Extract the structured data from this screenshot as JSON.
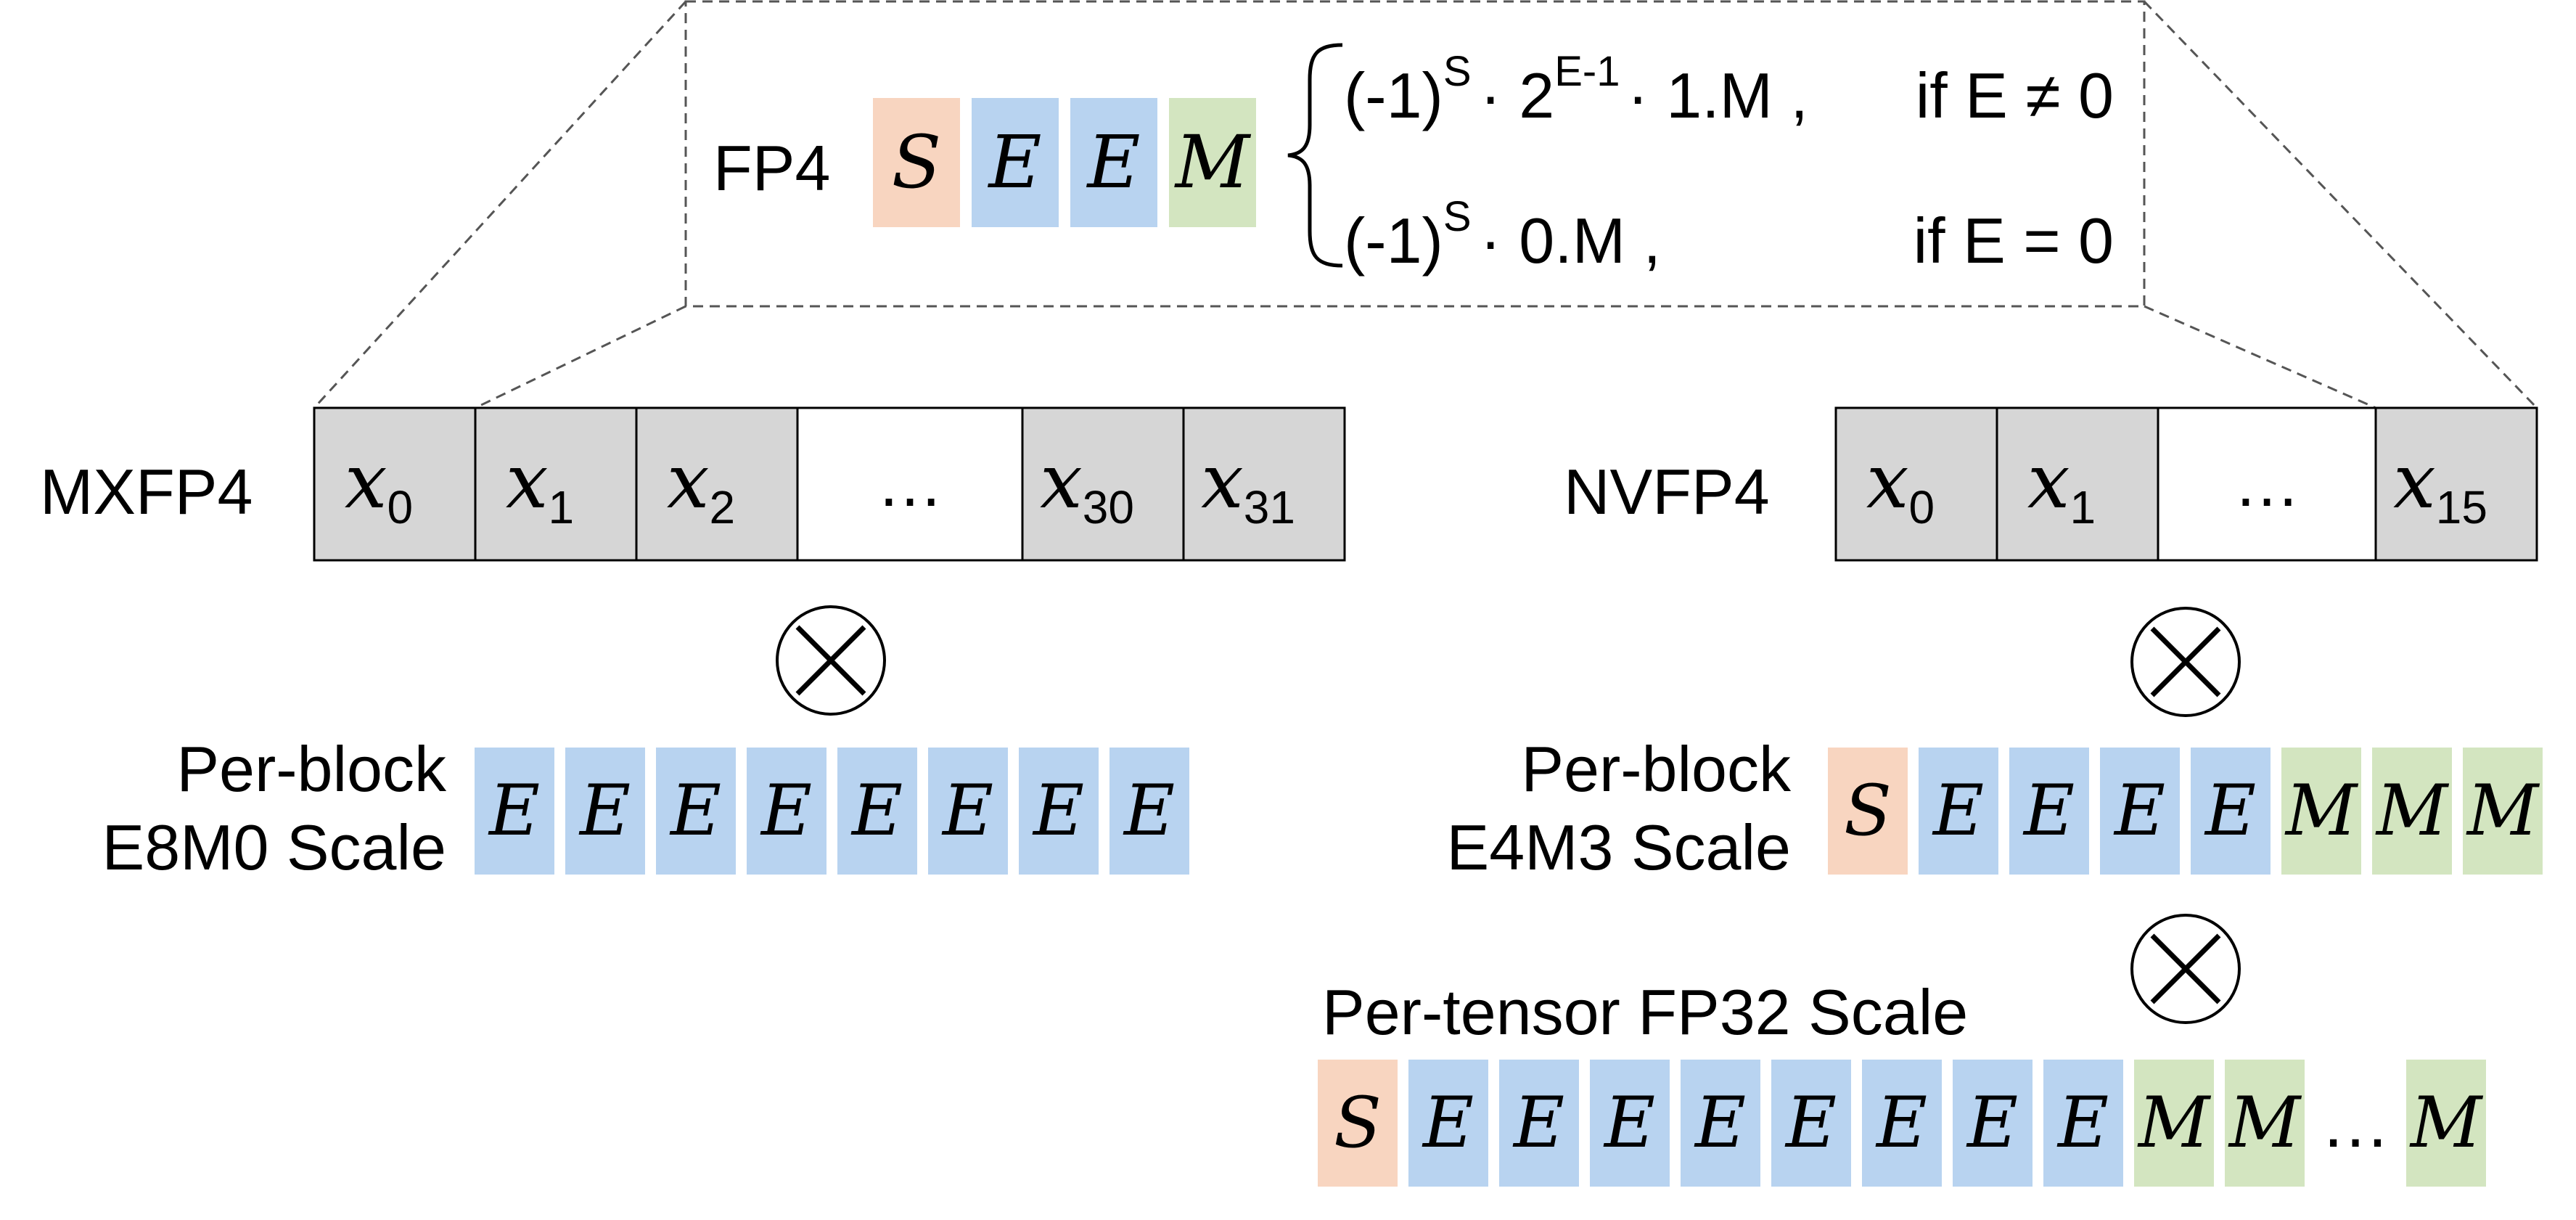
{
  "colors": {
    "sign": "#f8d5c0",
    "exponent": "#b8d3f0",
    "mantissa": "#d3e5c0",
    "element": "#d6d6d6",
    "border": "#000000",
    "dash": "#555555"
  },
  "fp4": {
    "label": "FP4",
    "bits": [
      "S",
      "E",
      "E",
      "M"
    ],
    "formula_normal": {
      "base": "(-1)",
      "exp_s": "S",
      "mid": "· 2",
      "exp_e": "E-1",
      "tail": "· 1.M ,",
      "cond": "if E ≠ 0"
    },
    "formula_subnormal": {
      "base": "(-1)",
      "exp_s": "S",
      "tail": "· 0.M ,",
      "cond": "if E = 0"
    }
  },
  "mxfp4": {
    "label": "MXFP4",
    "elements": [
      {
        "base": "x",
        "sub": "0"
      },
      {
        "base": "x",
        "sub": "1"
      },
      {
        "base": "x",
        "sub": "2"
      },
      {
        "ellipsis": "…"
      },
      {
        "base": "x",
        "sub": "30"
      },
      {
        "base": "x",
        "sub": "31"
      }
    ],
    "multiply": "⊗",
    "scale_label_1": "Per-block",
    "scale_label_2": "E8M0 Scale",
    "scale_bits": [
      "E",
      "E",
      "E",
      "E",
      "E",
      "E",
      "E",
      "E"
    ]
  },
  "nvfp4": {
    "label": "NVFP4",
    "elements": [
      {
        "base": "x",
        "sub": "0"
      },
      {
        "base": "x",
        "sub": "1"
      },
      {
        "ellipsis": "…"
      },
      {
        "base": "x",
        "sub": "15"
      }
    ],
    "multiply": "⊗",
    "scale_label_1": "Per-block",
    "scale_label_2": "E4M3 Scale",
    "scale_bits": [
      "S",
      "E",
      "E",
      "E",
      "E",
      "M",
      "M",
      "M"
    ],
    "multiply_2": "⊗",
    "tensor_label": "Per-tensor FP32 Scale",
    "tensor_bits": [
      "S",
      "E",
      "E",
      "E",
      "E",
      "E",
      "E",
      "E",
      "E",
      "M",
      "M",
      "…",
      "M"
    ]
  }
}
